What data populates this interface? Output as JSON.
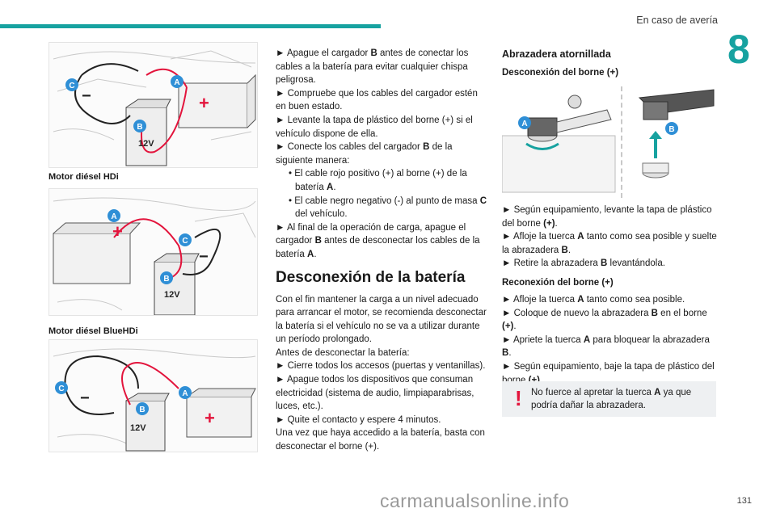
{
  "header": {
    "section": "En caso de avería",
    "chapter": "8",
    "page_number": "131"
  },
  "figures": {
    "labels": {
      "a": "A",
      "b": "B",
      "c": "C",
      "volt": "12V"
    },
    "captions": {
      "hdi": "Motor diésel HDi",
      "bluehdi": "Motor diésel BlueHDi"
    }
  },
  "middle": {
    "bullet": "►",
    "dot": "•",
    "p1": {
      "pre": "Apague el cargador ",
      "b": "B",
      "post": " antes de conectar los cables a la batería para evitar cualquier chispa peligrosa."
    },
    "p2": "Compruebe que los cables del cargador estén en buen estado.",
    "p3": "Levante la tapa de plástico del borne (+) si el vehículo dispone de ella.",
    "p4": {
      "pre": "Conecte los cables del cargador ",
      "b": "B",
      "post": " de la siguiente manera:"
    },
    "p4a": {
      "pre": "El cable rojo positivo (+) al borne (+) de la batería ",
      "b": "A",
      "post": "."
    },
    "p4b": {
      "pre": "El cable negro negativo (-) al punto de masa ",
      "b": "C",
      "post": " del vehículo."
    },
    "p5": {
      "pre": "Al final de la operación de carga, apague el cargador ",
      "b": "B",
      "post": " antes de desconectar los cables de la batería ",
      "b2": "A",
      "post2": "."
    },
    "heading": "Desconexión de la batería",
    "intro": "Con el fin mantener la carga a un nivel adecuado para arrancar el motor, se recomienda desconectar la batería si el vehículo no se va a utilizar durante un período prolongado.",
    "before": "Antes de desconectar la batería:",
    "d1": "Cierre todos los accesos (puertas y ventanillas).",
    "d2": "Apague todos los dispositivos que consuman electricidad (sistema de audio, limpiaparabrisas, luces, etc.).",
    "d3": "Quite el contacto y espere 4 minutos.",
    "after": "Una vez que haya accedido a la batería, basta con desconectar el borne (+)."
  },
  "right": {
    "heading": "Abrazadera atornillada",
    "sub1": "Desconexión del borne (+)",
    "r1": {
      "pre": "Según equipamiento, levante la tapa de plástico del borne ",
      "b": "(+)",
      "post": "."
    },
    "r2": {
      "pre": "Afloje la tuerca ",
      "b": "A",
      "post": " tanto como sea posible y suelte la abrazadera ",
      "b2": "B",
      "post2": "."
    },
    "r3": {
      "pre": "Retire la abrazadera ",
      "b": "B",
      "post": " levantándola."
    },
    "sub2": "Reconexión del borne (+)",
    "s1": {
      "pre": "Afloje la tuerca ",
      "b": "A",
      "post": " tanto como sea posible."
    },
    "s2": {
      "pre": "Coloque de nuevo la abrazadera ",
      "b": "B",
      "post": " en el borne ",
      "b2": "(+)",
      "post2": "."
    },
    "s3": {
      "pre": "Apriete la tuerca ",
      "b": "A",
      "post": " para bloquear la abrazadera ",
      "b2": "B",
      "post2": "."
    },
    "s4": {
      "pre": "Según equipamiento, baje la tapa de plástico del borne ",
      "b": "(+)",
      "post": "."
    },
    "warning": {
      "mark": "!",
      "pre": "No fuerce al apretar la tuerca ",
      "b": "A",
      "post": " ya que podría dañar la abrazadera."
    }
  },
  "watermark": "carmanualsonline.info",
  "colors": {
    "accent": "#17a2a0",
    "cable_red": "#e3143c",
    "label_blue": "#2f8fd6",
    "warning": "#e3143c"
  }
}
